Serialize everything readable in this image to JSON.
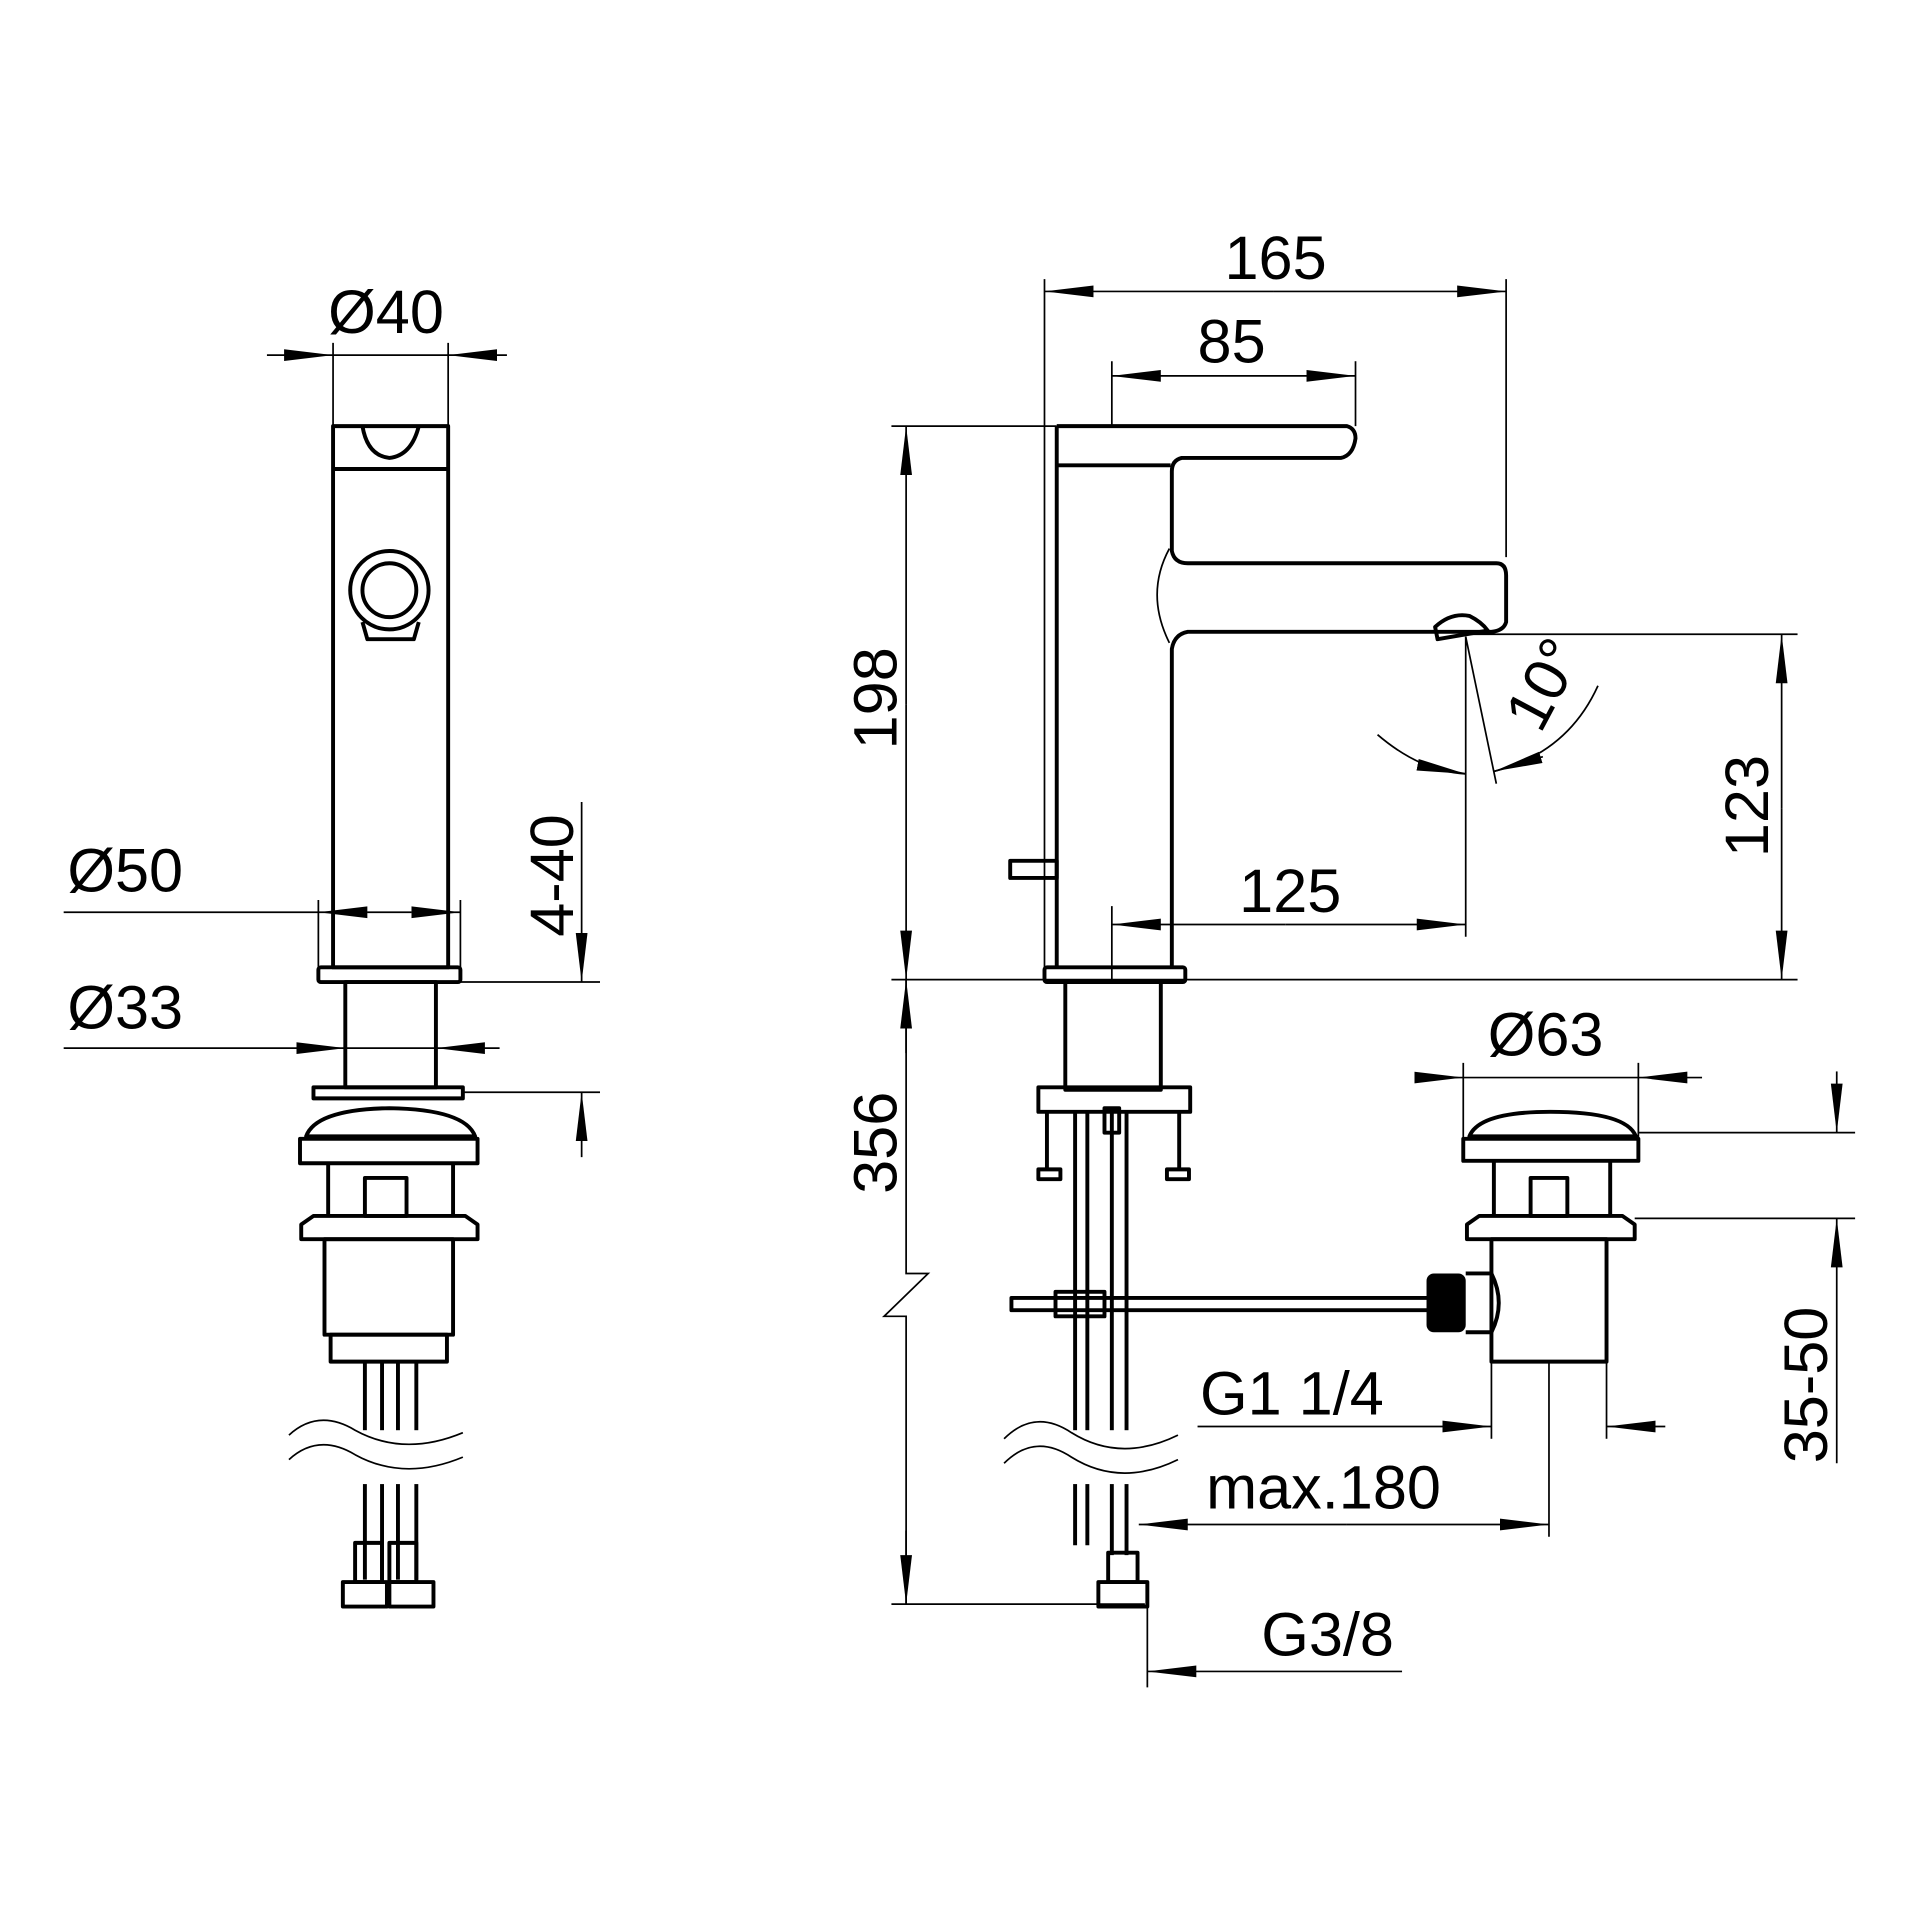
{
  "drawing": {
    "side_view": {
      "dim_spout_diameter": "Ø40",
      "dim_base_diameter": "Ø50",
      "dim_shank_diameter": "Ø33",
      "dim_deck_thickness": "4-40"
    },
    "front_view": {
      "dim_total_length": "165",
      "dim_lever_length": "85",
      "dim_height": "198",
      "dim_spout_reach": "125",
      "dim_spout_clearance": "123",
      "dim_spout_angle": "10°",
      "dim_hose_length": "356",
      "dim_waste_diameter": "Ø63",
      "dim_waste_range": "35-50",
      "dim_waste_thread": "G1 1/4",
      "dim_rod_max": "max.180",
      "dim_hose_thread": "G3/8"
    }
  }
}
